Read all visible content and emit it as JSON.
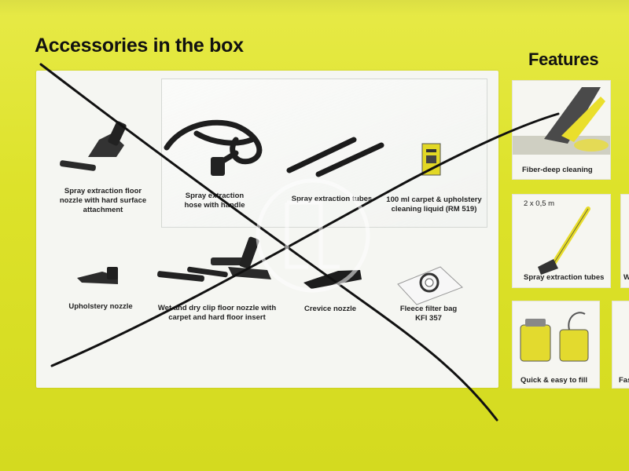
{
  "accessories": {
    "title": "Accessories in the box",
    "items": [
      {
        "label": "Spray extraction floor nozzle with hard surface attachment",
        "icon": "spray-floor-nozzle-icon"
      },
      {
        "label": "Spray extraction hose with handle",
        "icon": "hose-with-handle-icon"
      },
      {
        "label": "Spray extraction tubes",
        "icon": "extraction-tubes-icon"
      },
      {
        "label": "100 ml carpet & upholstery cleaning liquid (RM 519)",
        "icon": "cleaning-liquid-icon"
      },
      {
        "label": "Upholstery nozzle",
        "icon": "upholstery-nozzle-icon"
      },
      {
        "label": "Wet and dry clip floor nozzle with carpet and hard floor insert",
        "icon": "clip-floor-nozzle-icon"
      },
      {
        "label": "Crevice nozzle",
        "icon": "crevice-nozzle-icon"
      },
      {
        "label": "Fleece filter bag KFI 357",
        "icon": "filter-bag-icon"
      }
    ]
  },
  "features": {
    "title": "Features",
    "items": [
      {
        "label": "Fiber-deep cleaning",
        "icon": "fiber-cleaning-icon"
      },
      {
        "label": "Spray extraction tubes",
        "note": "2 x 0,5 m",
        "icon": "extraction-tube-icon"
      },
      {
        "label": "Quick & easy to fill",
        "icon": "fill-tank-icon"
      }
    ],
    "cut_labels": [
      "W",
      "Fas"
    ]
  },
  "colors": {
    "box": "#dfe62a",
    "panel": "#f5f6f2",
    "marker": "#111111"
  },
  "watermark": {
    "icon": "watermark-logo-icon"
  },
  "marker_cross": {
    "icon": "marker-cross-icon"
  }
}
